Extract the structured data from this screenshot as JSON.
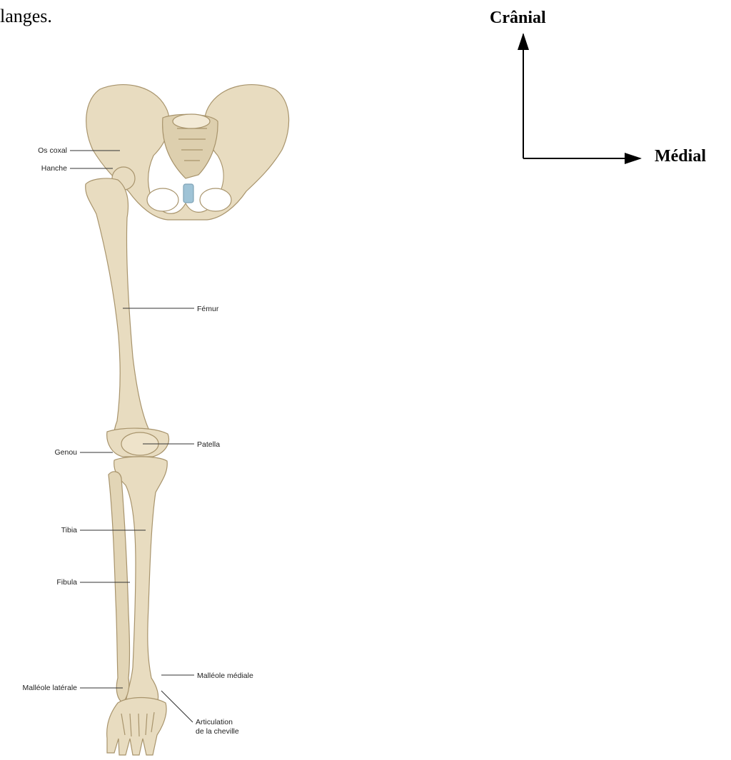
{
  "page": {
    "top_fragment": "langes."
  },
  "orientation": {
    "cranial": "Crânial",
    "medial": "Médial"
  },
  "colors": {
    "bone": "#e8dcc0",
    "bone_shadow": "#c9b58c",
    "bone_outline": "#a8946c",
    "cartilage": "#9fc3d6",
    "leader_line": "#333333"
  },
  "labels": {
    "os_coxal": "Os coxal",
    "hanche": "Hanche",
    "femur": "Fémur",
    "genou": "Genou",
    "patella": "Patella",
    "tibia": "Tibia",
    "fibula": "Fibula",
    "malleole_laterale": "Malléole latérale",
    "malleole_mediale": "Malléole médiale",
    "articulation_line1": "Articulation",
    "articulation_line2": "de la cheville"
  }
}
